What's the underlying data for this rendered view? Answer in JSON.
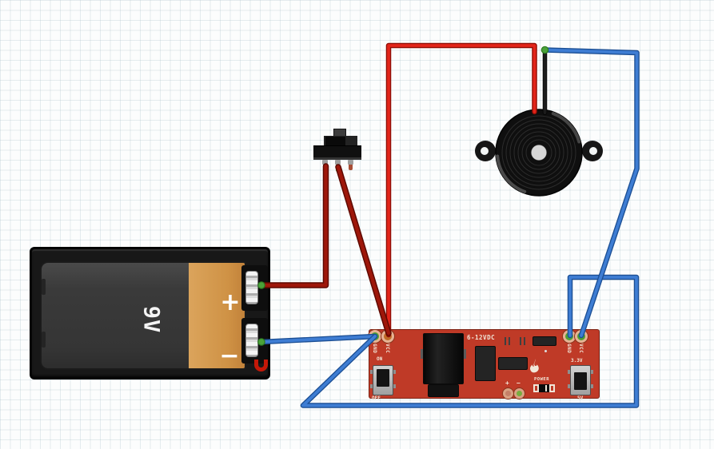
{
  "battery": {
    "voltage_label": "9V",
    "positive_label": "+",
    "negative_label": "−"
  },
  "power_board": {
    "input_voltage_label": "6-12VDC",
    "left_pads": {
      "gnd": "GND",
      "vcc": "VCC"
    },
    "right_pads": {
      "gnd": "GND",
      "vcc": "VCC"
    },
    "onoff_switch": {
      "on_label": "ON",
      "off_label": "OFF"
    },
    "voltage_select_switch": {
      "top_label": "3.3V",
      "bottom_label": "5V"
    },
    "led_label": "POWER",
    "aux_pads": {
      "plus_label": "+",
      "minus_label": "−"
    }
  },
  "colors": {
    "wire_red": "#e3251a",
    "wire_dark_red": "#9e170a",
    "wire_blue": "#3e7dd3",
    "pcb_red": "#bf3a27",
    "battery_orange": "#d9a158",
    "connection_green": "#4ba23a"
  }
}
